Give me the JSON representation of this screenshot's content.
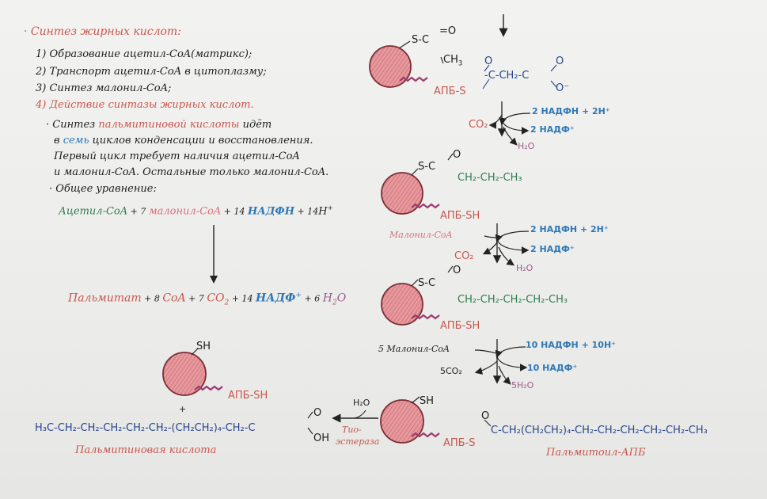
{
  "title": "· Синтез жирных кислот:",
  "steps": [
    "1) Образование ацетил-CoA(матрикс);",
    "2) Транспорт ацетил-CoA в цитоплазму;",
    "3) Синтез малонил-CoA;",
    "4) Действие синтазы жирных кислот."
  ],
  "paragraph": {
    "l1_a": "· Синтез ",
    "l1_b": "пальмитиновой кислоты",
    "l1_c": " идёт",
    "l2_a": "в ",
    "l2_b": "семь",
    "l2_c": " циклов конденсации и восстановления.",
    "l3": "Первый цикл требует наличия ацетил-CoA",
    "l4": "и малонил-CoA. Остальные только малонил-CoA.",
    "l5": "· Общее уравнение:"
  },
  "equation_left": {
    "acetyl": "Ацетил-CoA",
    "plus7": " + 7 ",
    "malonyl": "малонил-CoA",
    "plus14": " + 14 ",
    "nadph": "НАДФН",
    "plus14b": " + 14",
    "h": "H",
    "hsup": "+"
  },
  "equation_right": {
    "palm": "Пальмитат",
    "p8": " + 8 ",
    "coa": "CoA",
    "p7": " + 7 ",
    "co2": "CO",
    "co2sub": "2",
    "p14": " + 14 ",
    "nadp": "НАДФ",
    "nadpsup": "+",
    "p6": " + 6 ",
    "h2o": "H",
    "h2osub": "2",
    "h2oO": "O"
  },
  "cycle1": {
    "sc": "S-C",
    "eqo": "=O",
    "ch3": "CH",
    "ch3sub": "3",
    "apb": "АПБ-S",
    "malonyl_chain": "-C-CH₂-C",
    "o_top": "O",
    "o_minus": "O⁻",
    "nadph_in": "2 НАДФН + 2H⁺",
    "nadp_out": "2 НАДФ⁺",
    "co2": "CO₂",
    "h2o": "H₂O"
  },
  "cycle2": {
    "sc": "S-C",
    "o": "O",
    "chain": "CH₂-CH₂-CH₃",
    "apb": "АПБ-SH",
    "malonyl": "Малонил-CoA",
    "nadph_in": "2 НАДФН + 2H⁺",
    "nadp_out": "2 НАДФ⁺",
    "co2": "CO₂",
    "h2o": "H₂O"
  },
  "cycle3": {
    "sc": "S-C",
    "o": "O",
    "chain": "CH₂-CH₂-CH₂-CH₂-CH₃",
    "apb": "АПБ-SH",
    "malonyl": "5 Малонил-CoA",
    "nadph_in": "10 НАДФН + 10H⁺",
    "nadp_out": "10 НАДФ⁺",
    "co2": "5CO₂",
    "h2o": "5H₂O"
  },
  "bottom": {
    "sh_top": "SH",
    "apb_sh": "АПБ-SH",
    "plus": "+",
    "palmitic": "H₃C-CH₂-CH₂-CH₂-CH₂-CH₂-(CH₂CH₂)₄-CH₂-C",
    "palmitic_o": "O",
    "palmitic_oh": "OH",
    "palmitic_name": "Пальмитиновая кислота",
    "h2o": "H₂O",
    "thio": "Тио-",
    "esterase": "эстераза",
    "sh_right": "SH",
    "apb_s": "АПБ-S",
    "palmitoyl_chain": "C-CH₂(CH₂CH₂)₄-CH₂-CH₂-CH₂-CH₂-CH₂-CH₃",
    "palmitoyl_o": "O",
    "palmitoyl_name": "Пальмитоил-АПБ"
  },
  "colors": {
    "enzyme_fill": "#e79a9e",
    "enzyme_stroke": "#7a2e35",
    "tail": "#9b3a6e",
    "arrow": "#222222"
  },
  "icons": [
    "enzyme-sphere",
    "prosthetic-tail",
    "reaction-arrow",
    "curved-arrow"
  ]
}
